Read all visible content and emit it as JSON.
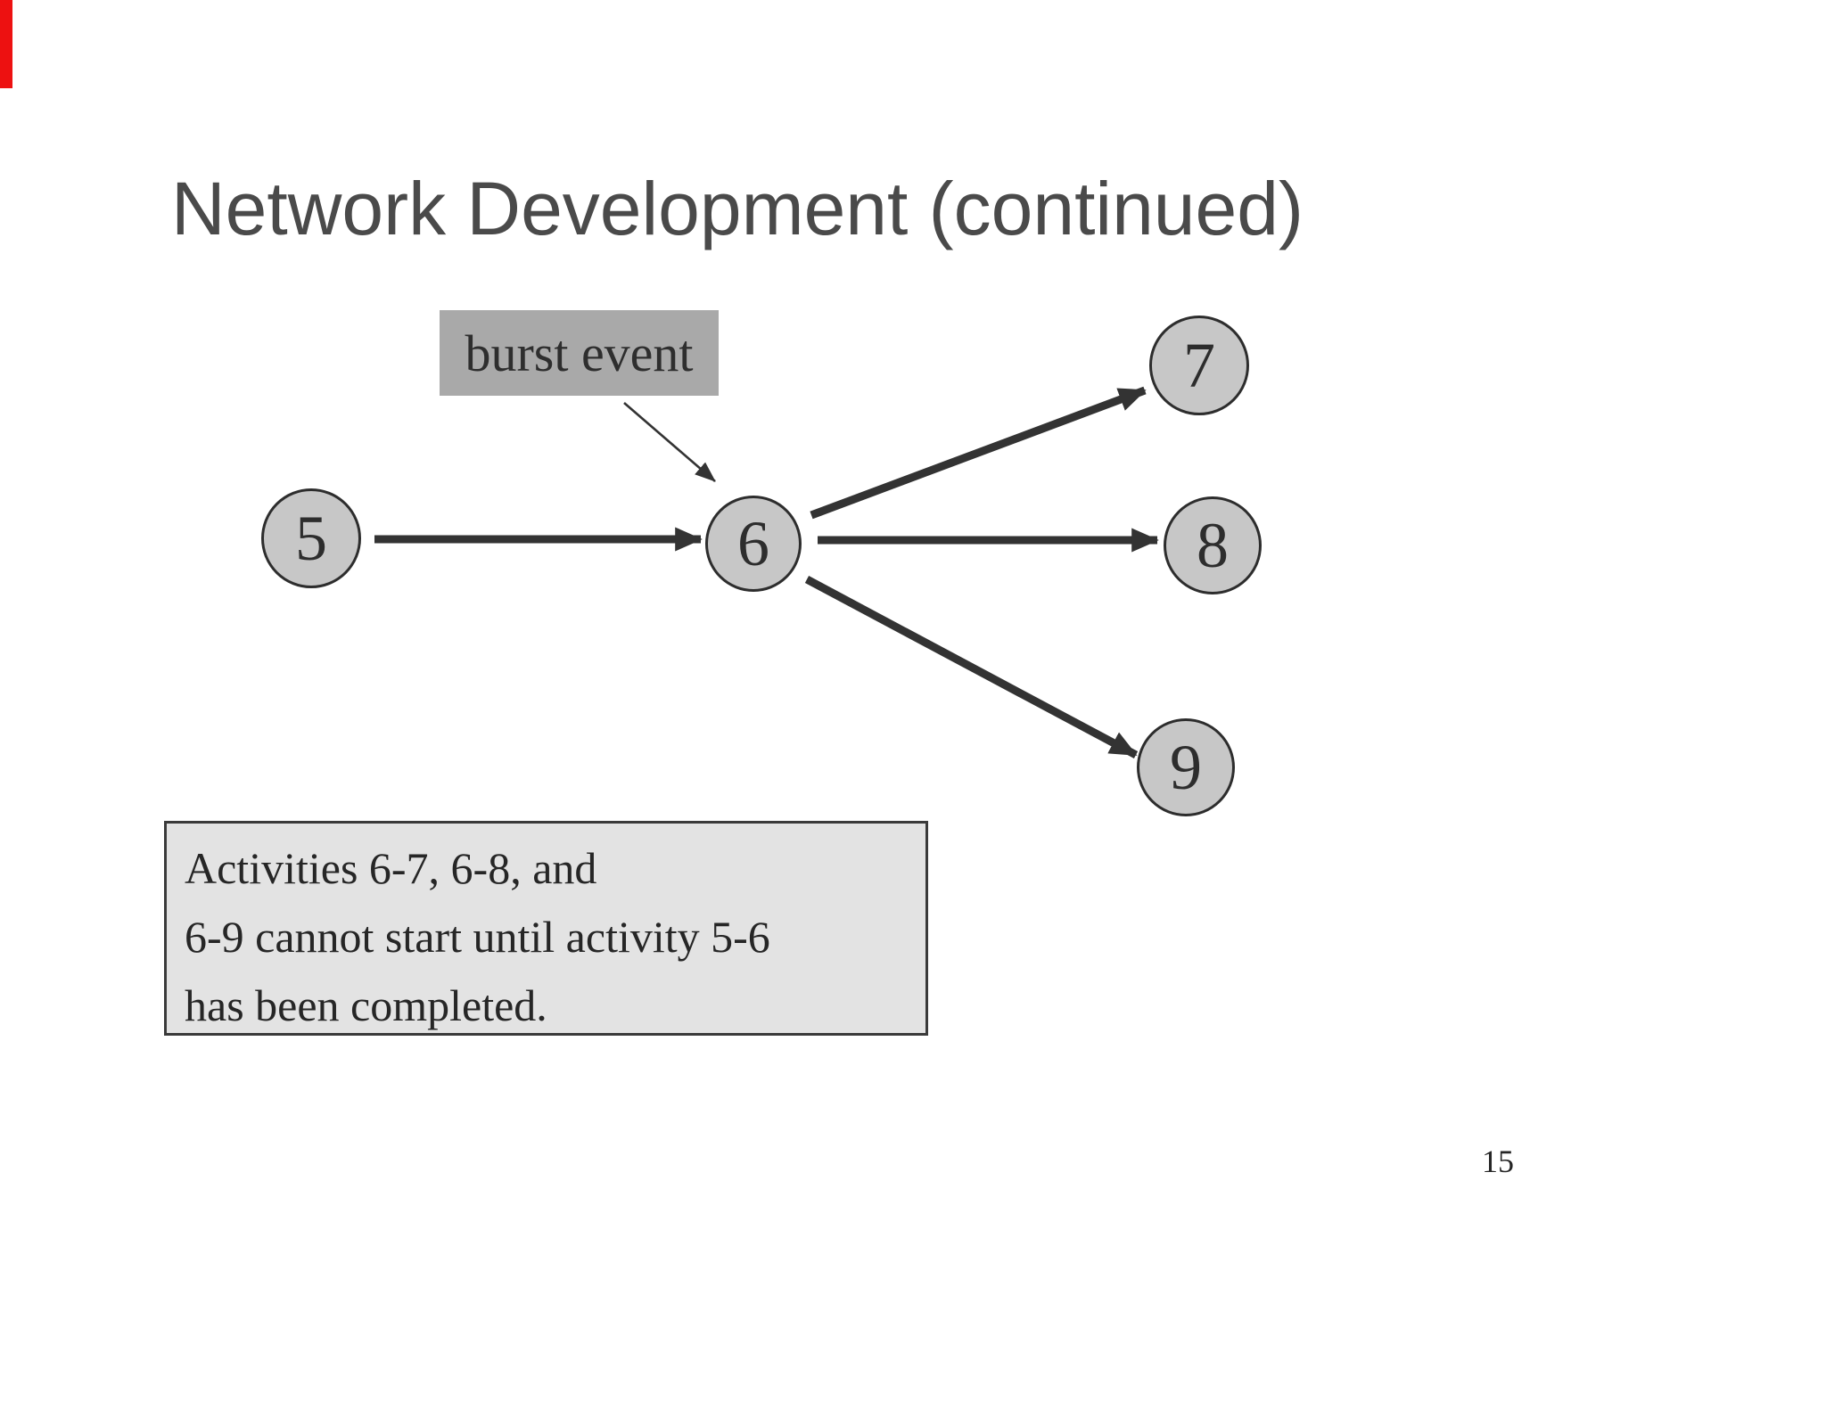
{
  "slide": {
    "title": "Network Development (continued)",
    "page_number": "15"
  },
  "burst": {
    "label": "burst event"
  },
  "note": {
    "lines": [
      "Activities 6-7, 6-8, and",
      "6-9 cannot start until activity 5-6",
      "has been completed."
    ]
  },
  "diagram": {
    "nodes": [
      {
        "label": "5"
      },
      {
        "label": "6"
      },
      {
        "label": "7"
      },
      {
        "label": "8"
      },
      {
        "label": "9"
      }
    ],
    "edges": [
      {
        "from": "5",
        "to": "6"
      },
      {
        "from": "6",
        "to": "7"
      },
      {
        "from": "6",
        "to": "8"
      },
      {
        "from": "6",
        "to": "9"
      }
    ],
    "annotation": {
      "label": "burst event",
      "points_to_node": "6"
    }
  },
  "colors": {
    "node-fill": "#c7c7c7",
    "node-stroke": "#2d2d2d",
    "arrow": "#333333",
    "burst-fill": "#a9a9a9",
    "note-fill": "#e3e3e3",
    "note-border": "#3a3a3a",
    "title": "#4a4a4a",
    "text": "#262626",
    "marker-red": "#ed1111",
    "background": "#ffffff"
  }
}
